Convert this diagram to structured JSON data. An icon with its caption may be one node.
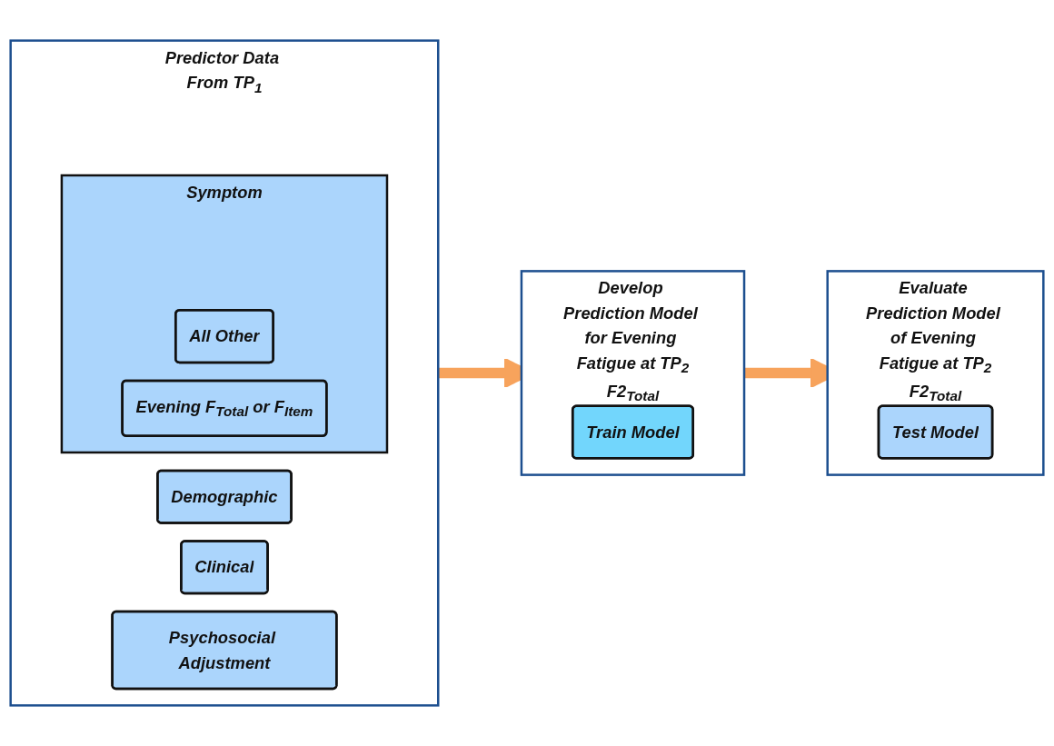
{
  "diagram": {
    "nodes": [
      {
        "text": [
          "Predictor Data From TP$_{1}$"
        ]
      },
      {
        "text": [
          "Demographic"
        ],
        "in": 0
      },
      {
        "text": [
          "Clinical"
        ],
        "in": 0
      },
      {
        "text": [
          "Psychosocial Adjustment"
        ],
        "in": 0
      },
      {
        "text": [
          "Symptom"
        ],
        "in": 0
      },
      {
        "text": [
          "All Other"
        ],
        "in": 4
      },
      {
        "text": [
          "Evening F$_{Total}$ or F$_{Item}$"
        ],
        "in": 4
      },
      {
        "text": [
          "Develop Prediction Model for Evening Fatigue at TP$_{2}$",
          "F2$_{Total}$"
        ]
      },
      {
        "text": [
          "Train Model"
        ],
        "in": 7
      },
      {
        "text": [
          "Evaluate Prediction Model of Evening Fatigue at TP$_{2}$",
          "F2$_{Total}$"
        ]
      },
      {
        "text": [
          "Test Model"
        ],
        "in": 9
      }
    ],
    "edges": [
      {
        "from": 0,
        "to": 7,
        "arrow": "to"
      },
      {
        "from": 7,
        "to": 9,
        "arrow": "to"
      }
    ]
  }
}
